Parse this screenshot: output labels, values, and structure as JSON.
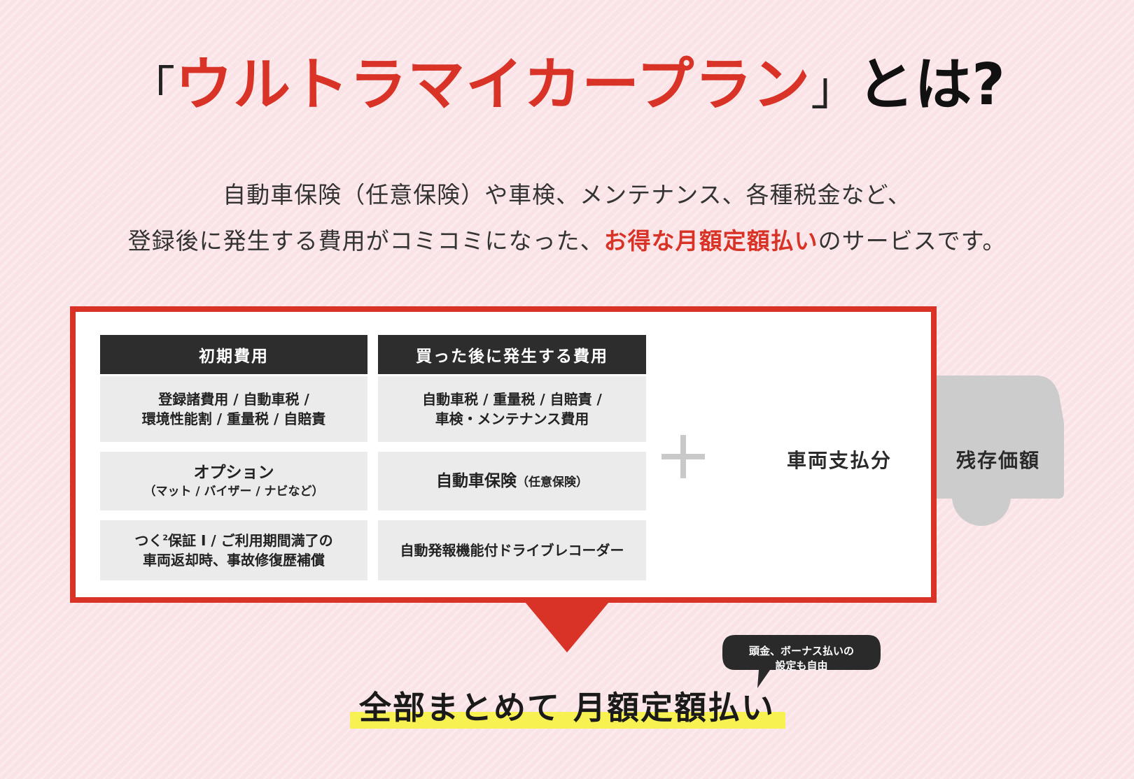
{
  "title": {
    "bracket_open": "「",
    "name": "ウルトラマイカープラン",
    "bracket_close": "」",
    "suffix": "とは?"
  },
  "lead": {
    "line1": "自動車保険（任意保険）や車検、メンテナンス、各種税金など、",
    "line2_pre": "登録後に発生する費用がコミコミになった、",
    "line2_highlight": "お得な月額定額払い",
    "line2_post": "のサービスです。"
  },
  "columns": [
    {
      "header": "初期費用",
      "cells": [
        {
          "line1": "登録諸費用 / 自動車税 /",
          "line2": "環境性能割 / 重量税 / 自賠責"
        },
        {
          "line1": "オプション",
          "line2": "（マット / バイザー / ナビなど）"
        },
        {
          "line1_pre": "つく",
          "line1_sup": "2",
          "line1_post": "保証 I / ご利用期間満了の",
          "line2": "車両返却時、事故修復歴補償"
        }
      ]
    },
    {
      "header": "買った後に発生する費用",
      "cells": [
        {
          "line1": "自動車税 / 重量税 / 自賠責 /",
          "line2": "車検・メンテナンス費用"
        },
        {
          "main": "自動車保険",
          "small": "（任意保険）"
        },
        {
          "line1": "自動発報機能付ドライブレコーダー"
        }
      ]
    }
  ],
  "car": {
    "payment_label": "車両支払分",
    "residual_label": "残存価額",
    "payment_color": "#eb9191",
    "residual_color": "#cccccc"
  },
  "bubble": {
    "line1": "頭金、ボーナス払いの",
    "line2": "設定も自由"
  },
  "summary": "全部まとめて 月額定額払い",
  "colors": {
    "accent": "#d93226",
    "header_bg": "#2d2d2d",
    "cell_bg": "#ebebeb",
    "marker": "#f7f251",
    "background": "#fae3e6"
  }
}
